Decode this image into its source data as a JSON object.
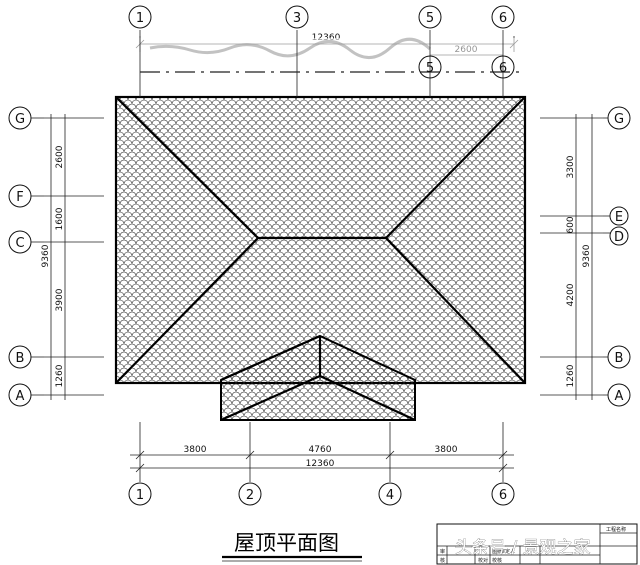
{
  "title": "屋顶平面图",
  "top_dims": {
    "overall": "12360",
    "partial": "2600"
  },
  "bottom_dims": {
    "segments": [
      "3800",
      "4760",
      "3800"
    ],
    "overall": "12360"
  },
  "left_dims": {
    "segments": [
      "2600",
      "1600",
      "3900",
      "1260"
    ],
    "overall": "9360"
  },
  "right_dims": {
    "segments": [
      "3300",
      "600",
      "4200",
      "1260"
    ],
    "overall": "9360"
  },
  "top_axes": [
    "1",
    "3",
    "5",
    "6"
  ],
  "top_axes_secondary": [
    "5",
    "6"
  ],
  "bottom_axes": [
    "1",
    "2",
    "4",
    "6"
  ],
  "left_axes": [
    "G",
    "F",
    "C",
    "B",
    "A"
  ],
  "right_axes": [
    "G",
    "E",
    "D",
    "B",
    "A"
  ],
  "title_block": {
    "top_label": "工程名称",
    "row1": [
      "审",
      "核",
      "图纸",
      "审定人"
    ],
    "row2": [
      "校对",
      "校核"
    ]
  },
  "watermark": "头条号 / 景观之家"
}
